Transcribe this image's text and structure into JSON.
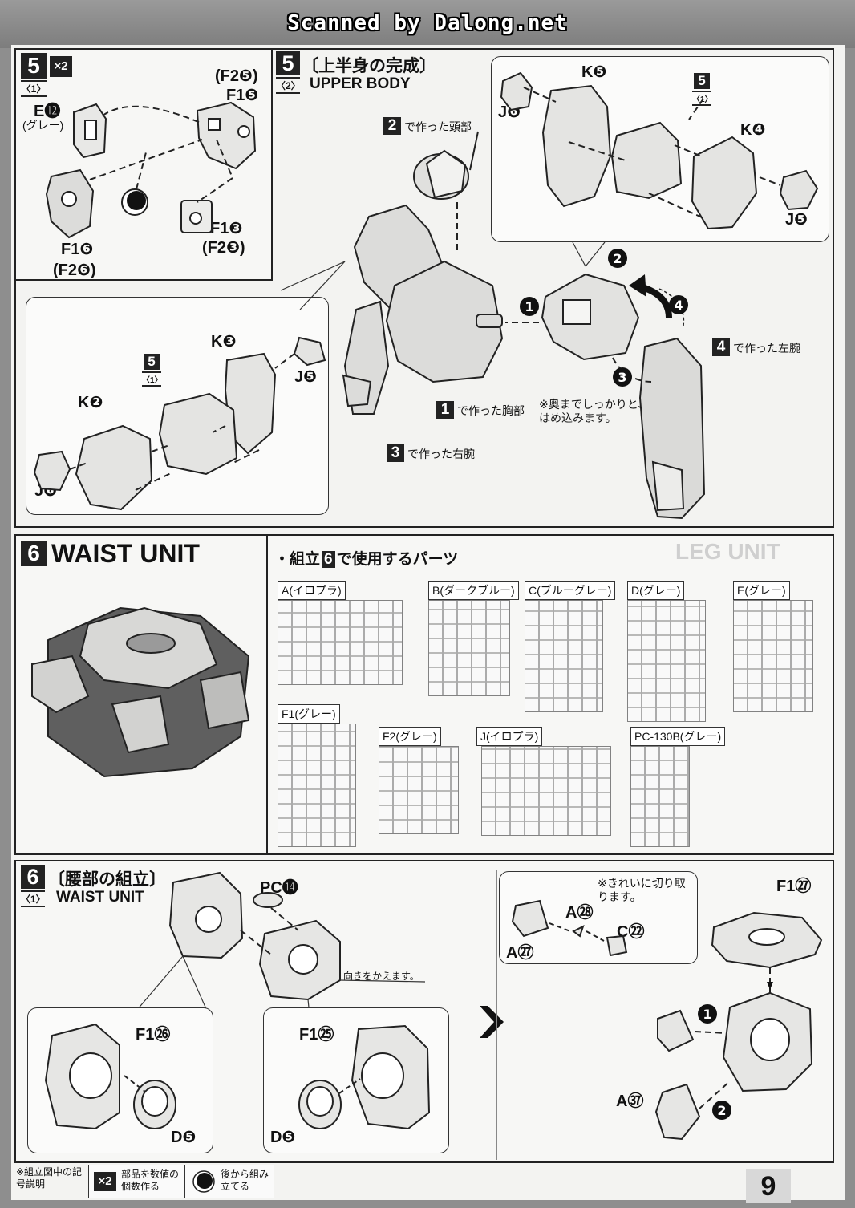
{
  "header": {
    "scan_credit": "Scanned by Dalong.net"
  },
  "step5a": {
    "number": "5",
    "multiplier": "×2",
    "sub": "〈1〉",
    "parts": {
      "e12": "E⓬",
      "e12_note": "(グレー)",
      "f2_5": "(F2❺)",
      "f1_5": "F1❺",
      "f1_3": "F1❸",
      "f2_3": "(F2❸)",
      "f1_6": "F1❻",
      "f2_6": "(F2❻)"
    }
  },
  "step5b": {
    "number": "5",
    "sub": "〈2〉",
    "title_jp": "〔上半身の完成〕",
    "title_en": "UPPER BODY",
    "head_ref": "2",
    "head_label": "で作った頭部",
    "chest_ref": "1",
    "chest_label": "で作った胸部",
    "right_arm_ref": "3",
    "right_arm_label": "で作った右腕",
    "left_arm_ref": "4",
    "left_arm_label": "で作った左腕",
    "note": "※奥までしっかりと、はめ込みます。",
    "arrows": [
      "❶",
      "❷",
      "❸",
      "❹"
    ],
    "right_parts": {
      "k5": "K❺",
      "j6": "J❻",
      "ref5": "5",
      "ref5_sub": "〈1〉",
      "k4": "K❹",
      "j5": "J❺"
    },
    "left_parts": {
      "k3": "K❸",
      "j5": "J❺",
      "ref5": "5",
      "ref5_sub": "〈1〉",
      "k2": "K❷",
      "j6": "J❻"
    }
  },
  "step6_overview": {
    "number": "6",
    "title": "WAIST UNIT",
    "parts_heading": "・組立",
    "parts_heading_num": "6",
    "parts_heading_tail": "で使用するパーツ",
    "runners": [
      "A(イロプラ)",
      "B(ダークブルー)",
      "C(ブルーグレー)",
      "D(グレー)",
      "E(グレー)",
      "F1(グレー)",
      "F2(グレー)",
      "J(イロプラ)",
      "PC-130B(グレー)"
    ],
    "bg_text": "LEG UNIT"
  },
  "step6": {
    "number": "6",
    "sub": "〈1〉",
    "title_jp": "〔腰部の組立〕",
    "title_en": "WAIST UNIT",
    "pc14": "PC⓮",
    "turn_note": "向きをかえます。",
    "f1_26": "F1㉖",
    "d5_left": "D❺",
    "f1_25": "F1㉕",
    "d5_right": "D❺",
    "cut_note": "※きれいに切り取ります。",
    "a28": "A㉘",
    "c22": "C㉒",
    "a27": "A㉗",
    "f1_27": "F1㉗",
    "a37": "A㊲",
    "arrows": [
      "❶",
      "❷"
    ]
  },
  "footer": {
    "legend_title": "※組立図中の記号説明",
    "multiplier_symbol": "×2",
    "multiplier_desc": "部品を数値の個数作る",
    "later_desc": "後から組み立てる",
    "page_number": "9"
  }
}
